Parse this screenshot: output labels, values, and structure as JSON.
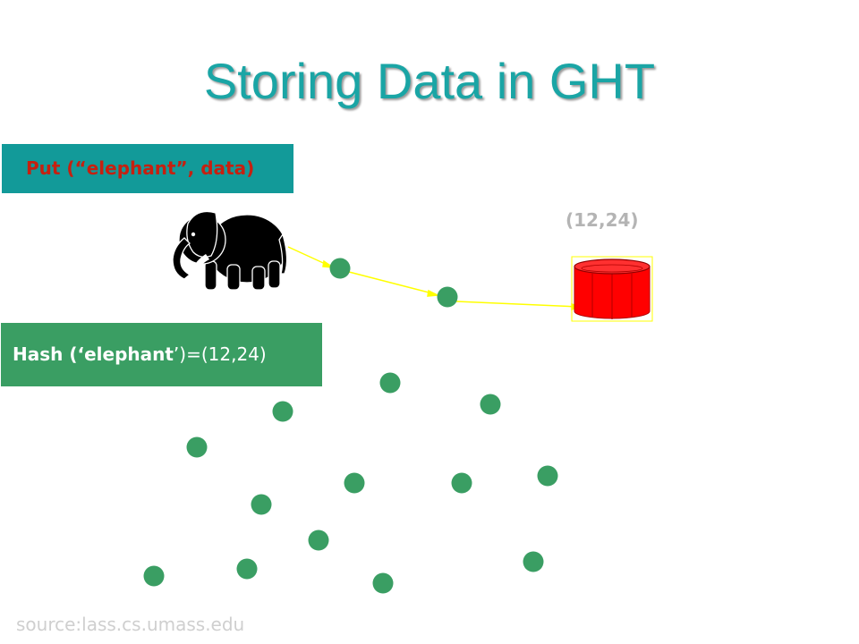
{
  "title": "Storing Data in  GHT",
  "put_label": "Put (“elephant”, data)",
  "coord_label": "(12,24)",
  "hash": {
    "prefix": "Hash (‘",
    "keyword": "elephant",
    "suffix": "’)=(12,24)"
  },
  "source": "source:lass.cs.umass.edu",
  "colors": {
    "title": "#1aa5a5",
    "put_box_bg": "#129a99",
    "put_text": "#c62010",
    "hash_box_bg": "#3a9e63",
    "node": "#3a9e63",
    "storage": "#ff0000",
    "path": "#ffff00"
  },
  "icons": [
    "elephant-icon",
    "storage-cylinder-icon"
  ]
}
